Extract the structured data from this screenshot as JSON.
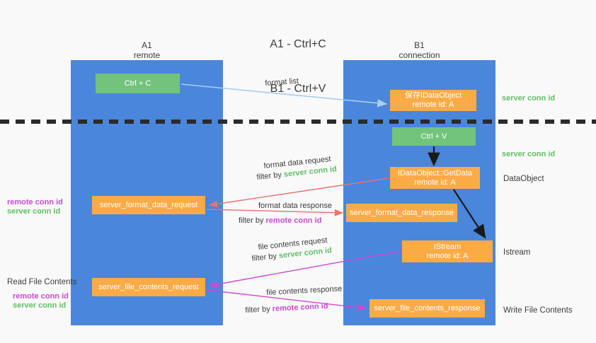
{
  "document": {
    "title_line1": "A1 - Ctrl+C",
    "title_line2": "B1 - Ctrl+V"
  },
  "colors": {
    "panel_blue": "#4a86dc",
    "box_green": "#72c47c",
    "box_orange": "#fbab45",
    "server_conn_green": "#5fbf63",
    "remote_conn_magenta": "#c84ad0",
    "background": "#f9f9f9",
    "text": "#3c3c3c",
    "arrow_format_list": "#a8cdf0",
    "arrow_format_data": "#e8736f",
    "arrow_file_contents": "#cc4ad0",
    "arrow_black": "#1a1a1a"
  },
  "columns": [
    {
      "id": "a1",
      "line1": "A1",
      "line2": "remote"
    },
    {
      "id": "b1",
      "line1": "B1",
      "line2": "connection"
    }
  ],
  "boxes": {
    "ctrl_c": {
      "label": "Ctrl + C",
      "kind": "green"
    },
    "save_idataobject": {
      "label": "保存IDataObject\nremote id: A",
      "kind": "orange"
    },
    "ctrl_v": {
      "label": "Ctrl + V",
      "kind": "green"
    },
    "getdata": {
      "label": "IDataObject::GetData\nremote id: A",
      "kind": "orange"
    },
    "server_format_data_request": {
      "label": "server_format_data_request",
      "kind": "orange"
    },
    "server_format_data_response": {
      "label": "server_format_data_response",
      "kind": "orange"
    },
    "istream": {
      "label": "IStream\nremote id: A",
      "kind": "orange"
    },
    "server_file_contents_request": {
      "label": "server_file_contents_request",
      "kind": "orange"
    },
    "server_file_contents_response": {
      "label": "server_file_contents_response",
      "kind": "orange"
    }
  },
  "edge_labels": {
    "format_list": "format list",
    "format_data_request": "format data request",
    "format_data_request_filter_pre": "filter by ",
    "format_data_request_filter_key": "server conn id",
    "format_data_response": "format data response",
    "format_data_response_filter_pre": "filter by ",
    "format_data_response_filter_key": "remote conn id",
    "file_contents_request": "file contents request",
    "file_contents_request_filter_pre": "filter by ",
    "file_contents_request_filter_key": "server conn id",
    "file_contents_response": "file contents response",
    "file_contents_response_filter_pre": "filter by ",
    "file_contents_response_filter_key": "remote conn id"
  },
  "right_labels": {
    "server_conn_id_top": "server conn id",
    "server_conn_id_mid": "server conn id",
    "dataobject": "DataObject",
    "istream": "Istream",
    "write_file_contents": "Write File Contents"
  },
  "left_labels": {
    "remote_conn_id_top": "remote conn id",
    "server_conn_id_top": "server conn id",
    "read_file_contents": "Read File Contents",
    "remote_conn_id_bottom": "remote conn id",
    "server_conn_id_bottom": "server conn id"
  }
}
